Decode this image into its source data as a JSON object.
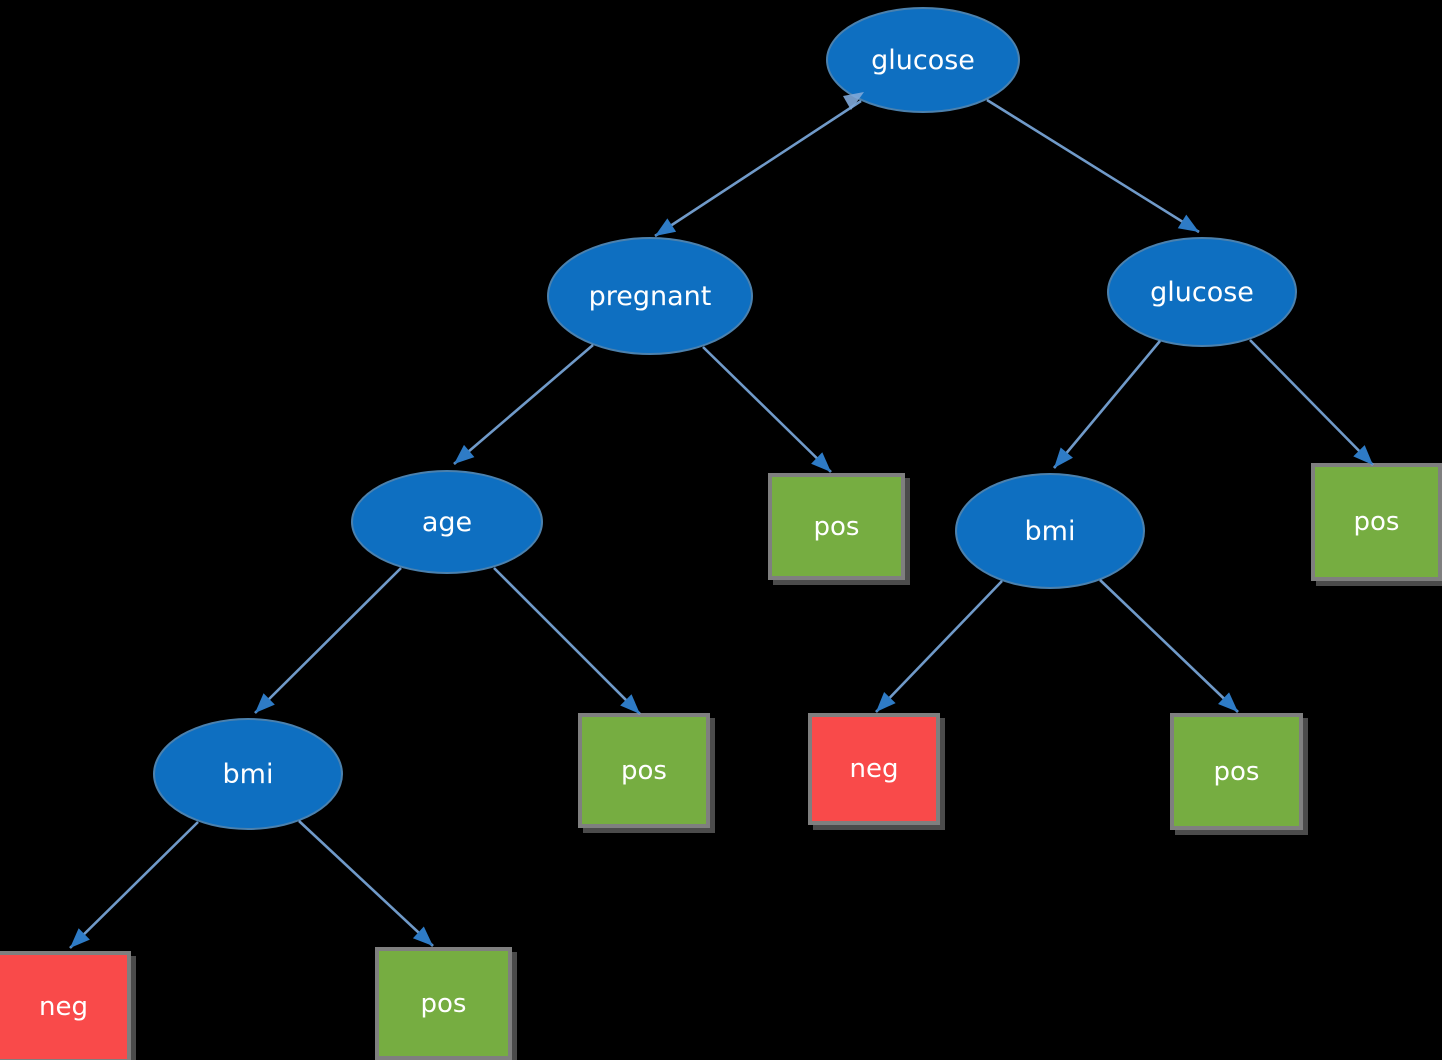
{
  "diagram": {
    "title": "decision-tree",
    "background": "#000000",
    "colors": {
      "decision_node_fill": "#0E6FC1",
      "leaf_pos_fill": "#76AD41",
      "leaf_neg_fill": "#F94A4A",
      "leaf_border": "#7F7F7F",
      "edge_line": "#79A7DA",
      "edge_arrow": "#2E7BC6",
      "node_text": "#FFFFFF"
    },
    "nodes": {
      "root_glucose": {
        "label": "glucose",
        "type": "decision"
      },
      "pregnant": {
        "label": "pregnant",
        "type": "decision"
      },
      "glucose2": {
        "label": "glucose",
        "type": "decision"
      },
      "age": {
        "label": "age",
        "type": "decision"
      },
      "bmi_left": {
        "label": "bmi",
        "type": "decision"
      },
      "bmi_right": {
        "label": "bmi",
        "type": "decision"
      },
      "pos_pregnant": {
        "label": "pos",
        "type": "leaf-positive"
      },
      "pos_far_right": {
        "label": "pos",
        "type": "leaf-positive"
      },
      "pos_age": {
        "label": "pos",
        "type": "leaf-positive"
      },
      "neg_bmi_right": {
        "label": "neg",
        "type": "leaf-negative"
      },
      "pos_bmi_right": {
        "label": "pos",
        "type": "leaf-positive"
      },
      "neg_bmi_left": {
        "label": "neg",
        "type": "leaf-negative"
      },
      "pos_bmi_left": {
        "label": "pos",
        "type": "leaf-positive"
      }
    },
    "edges": [
      {
        "from": "root_glucose",
        "to": "pregnant"
      },
      {
        "from": "root_glucose",
        "to": "glucose2"
      },
      {
        "from": "pregnant",
        "to": "age"
      },
      {
        "from": "pregnant",
        "to": "pos_pregnant"
      },
      {
        "from": "glucose2",
        "to": "bmi_right"
      },
      {
        "from": "glucose2",
        "to": "pos_far_right"
      },
      {
        "from": "age",
        "to": "bmi_left"
      },
      {
        "from": "age",
        "to": "pos_age"
      },
      {
        "from": "bmi_right",
        "to": "neg_bmi_right"
      },
      {
        "from": "bmi_right",
        "to": "pos_bmi_right"
      },
      {
        "from": "bmi_left",
        "to": "neg_bmi_left"
      },
      {
        "from": "bmi_left",
        "to": "pos_bmi_left"
      }
    ]
  }
}
